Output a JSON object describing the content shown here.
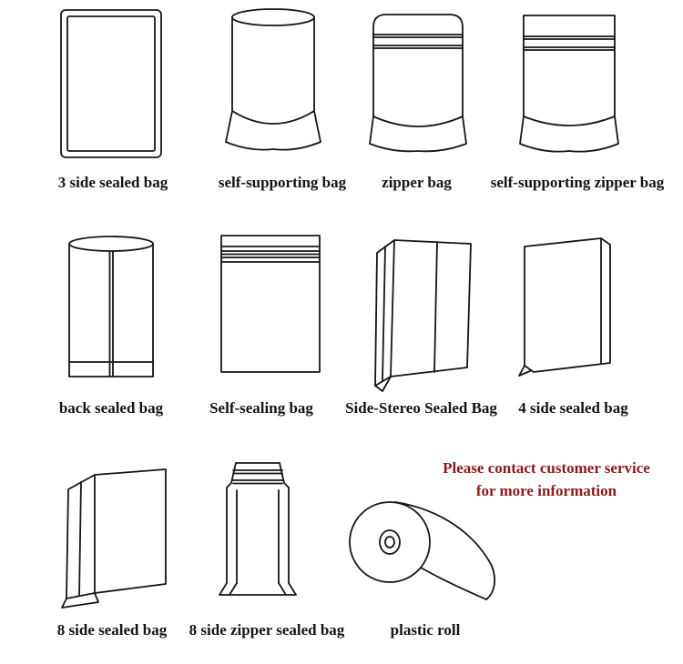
{
  "page": {
    "background": "#ffffff"
  },
  "colors": {
    "ink": "#151515",
    "notice": "#8B1A1A"
  },
  "items": [
    {
      "label": "3 side sealed bag"
    },
    {
      "label": "self-supporting bag"
    },
    {
      "label": "zipper bag"
    },
    {
      "label": "self-supporting zipper bag"
    },
    {
      "label": "back sealed bag"
    },
    {
      "label": "Self-sealing bag"
    },
    {
      "label": "Side-Stereo Sealed Bag"
    },
    {
      "label": "4 side sealed bag"
    },
    {
      "label": "8 side sealed bag"
    },
    {
      "label": "8 side zipper sealed bag"
    },
    {
      "label": "plastic roll"
    }
  ],
  "notice": {
    "line1": "Please contact customer service",
    "line2": "for more information",
    "color": "#8B1A1A"
  }
}
